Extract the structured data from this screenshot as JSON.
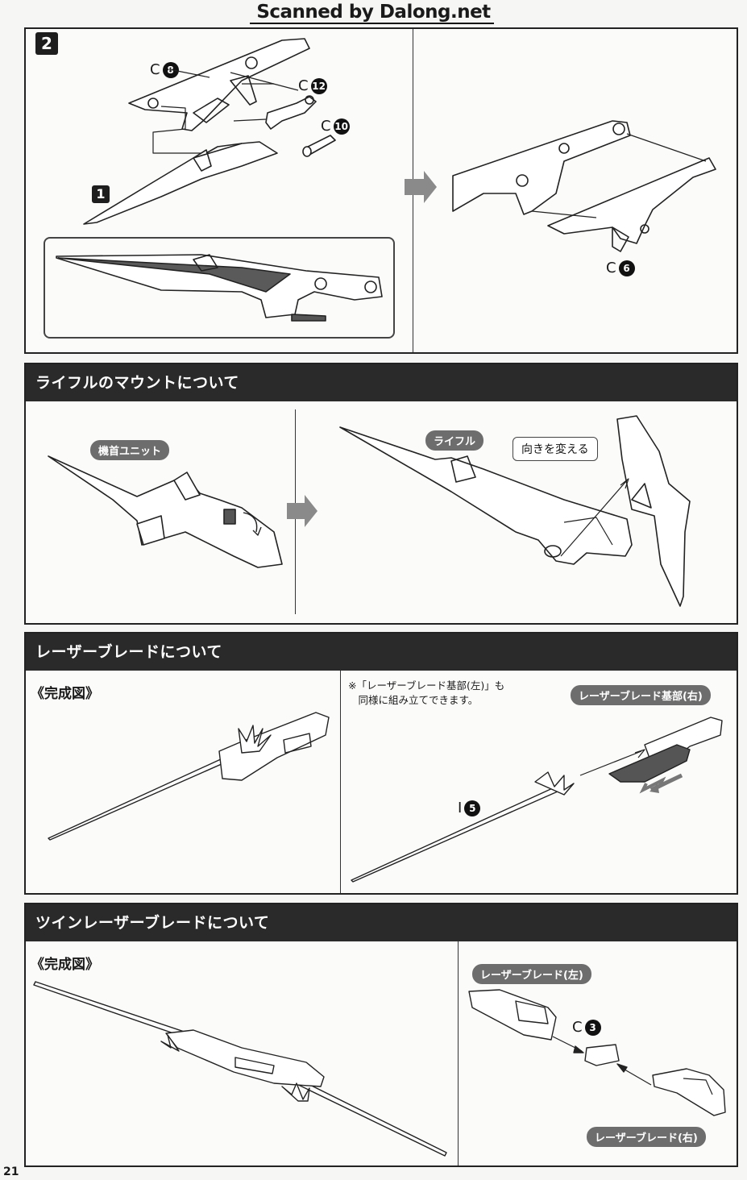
{
  "scan_credit": "Scanned by Dalong.net",
  "page_number": "21",
  "step2": {
    "step_number": "2",
    "substep_number": "1",
    "parts": [
      {
        "letter": "C",
        "number": "8"
      },
      {
        "letter": "C",
        "number": "12"
      },
      {
        "letter": "C",
        "number": "10"
      },
      {
        "letter": "C",
        "number": "6"
      }
    ]
  },
  "rifle_mount": {
    "header": "ライフルのマウントについて",
    "label_nose_unit": "機首ユニット",
    "label_rifle": "ライフル",
    "label_change_direction": "向きを変える"
  },
  "laser_blade": {
    "header": "レーザーブレードについて",
    "completed_label": "《完成図》",
    "note": "※「レーザーブレード基部(左)」も\n　同様に組み立てできます。",
    "label_base_right": "レーザーブレード基部(右)",
    "part": {
      "letter": "I",
      "number": "5"
    }
  },
  "twin_laser_blade": {
    "header": "ツインレーザーブレードについて",
    "completed_label": "《完成図》",
    "label_left": "レーザーブレード(左)",
    "label_right": "レーザーブレード(右)",
    "part": {
      "letter": "C",
      "number": "3"
    }
  },
  "colors": {
    "header_bg": "#2a2a2a",
    "tag_bg": "#6d6d6d",
    "arrow_gray": "#8a8a8a",
    "part_highlight": "#555555"
  }
}
